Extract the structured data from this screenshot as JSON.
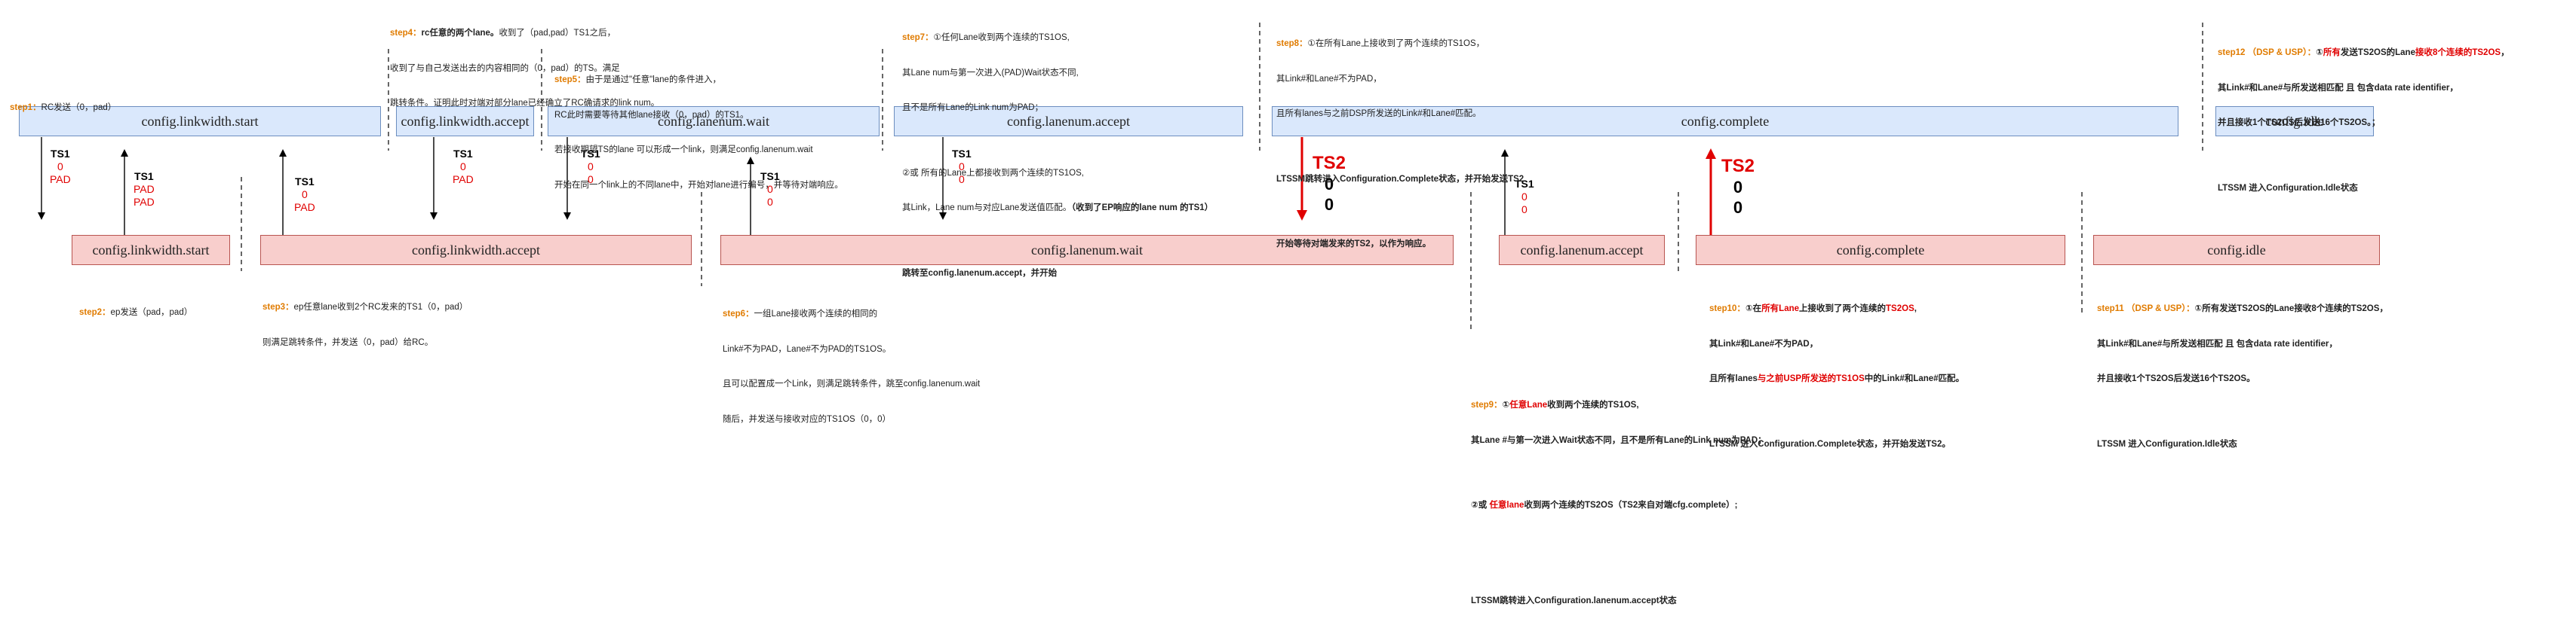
{
  "boxes": {
    "b1": "config.linkwidth.start",
    "b2": "config.linkwidth.accept",
    "b3": "config.lanenum.wait",
    "b4": "config.lanenum.accept",
    "b5": "config.complete",
    "b6": "config.idle",
    "b7": "config.linkwidth.start",
    "b8": "config.linkwidth.accept",
    "b9": "config.lanenum.wait",
    "b10": "config.lanenum.accept",
    "b11": "config.complete",
    "b12": "config.idle"
  },
  "ts": {
    "t1": {
      "h": "TS1",
      "a": "0",
      "b": "PAD"
    },
    "t2": {
      "h": "TS1",
      "a": "PAD",
      "b": "PAD"
    },
    "t3": {
      "h": "TS1",
      "a": "0",
      "b": "PAD"
    },
    "t4": {
      "h": "TS1",
      "a": "0",
      "b": "PAD"
    },
    "t5": {
      "h": "TS1",
      "a": "0",
      "b": "0"
    },
    "t6": {
      "h": "TS1",
      "a": "0",
      "b": "0"
    },
    "t7": {
      "h": "TS1",
      "a": "0",
      "b": "0"
    },
    "t8": {
      "h": "TS1",
      "a": "0",
      "b": "0"
    },
    "t9": {
      "h": "TS2",
      "a": "0",
      "b": "0"
    },
    "t10": {
      "h": "TS2",
      "a": "0",
      "b": "0"
    }
  },
  "notes": {
    "step1": {
      "label": "step1：",
      "text": "RC发送（0，pad）"
    },
    "step2": {
      "label": "step2：",
      "text": "ep发送（pad，pad）"
    },
    "step3": {
      "label": "step3：",
      "l1": "ep任意lane收到2个RC发来的TS1（0，pad）",
      "l2": "则满足跳转条件，并发送（0，pad）给RC。"
    },
    "step4": {
      "label": "step4：",
      "l1b": "rc任意的两个lane。",
      "l1": "收到了（pad,pad）TS1之后，",
      "l2": "收到了与自己发送出去的内容相同的（0，pad）的TS。满足",
      "l3": "跳转条件。证明此时对端对部分lane已经确立了RC确请求的link num。"
    },
    "step5": {
      "label": "step5：",
      "l1": "由于是通过\"任意\"lane的条件进入，",
      "l2": "RC此时需要等待其他lane接收（0，pad）的TS1。",
      "l3": "若接收期望TS的lane 可以形成一个link，则满足config.lanenum.wait",
      "l4": "开始在同一个link上的不同lane中，开始对lane进行编号，并等待对端响应。"
    },
    "step6": {
      "label": "step6：",
      "l1": "一组Lane接收两个连续的相同的",
      "l2": "Link#不为PAD，Lane#不为PAD的TS1OS。",
      "l3": "且可以配置成一个Link，则满足跳转条件，跳至config.lanenum.wait",
      "l4": "随后，并发送与接收对应的TS1OS（0，0）"
    },
    "step7": {
      "label": "step7：",
      "l1": "①任何Lane收到两个连续的TS1OS,",
      "l2": "其Lane num与第一次进入(PAD)Wait状态不同,",
      "l3": "且不是所有Lane的Link num为PAD；",
      "l4": "②或 所有的Lane上都接收到两个连续的TS1OS,",
      "l5": "其Link，Lane num与对应Lane发送值匹配。",
      "l5b": "（收到了EP响应的lane num 的TS1）",
      "l6": "跳转至config.lanenum.accept，并开始"
    },
    "step8": {
      "label": "step8：",
      "l1": "①在所有Lane上接收到了两个连续的TS1OS，",
      "l2": "其Link#和Lane#不为PAD，",
      "l3": "且所有lanes与之前DSP所发送的Link#和Lane#匹配。",
      "l4": "LTSSM跳转进入Configuration.Complete状态，并开始发送TS2",
      "l5": "开始等待对端发来的TS2，以作为响应。"
    },
    "step9": {
      "label": "step9：",
      "l1a": "①",
      "l1h": "任意Lane",
      "l1b": "收到两个连续的TS1OS,",
      "l2": "其Lane #与第一次进入Wait状态不同，且不是所有Lane的Link num为PAD；",
      "l3a": "②或 ",
      "l3h": "任意lane",
      "l3b": "收到两个连续的TS2OS（TS2来自对端cfg.complete）;",
      "l4": "LTSSM跳转进入Configuration.lanenum.accept状态"
    },
    "step10": {
      "label": "step10：",
      "l1a": "①在",
      "l1h": "所有Lane",
      "l1b": "上接收到了两个连续的",
      "l1h2": "TS2OS",
      "l1c": ",",
      "l2": "其Link#和Lane#不为PAD，",
      "l3a": "且所有lanes",
      "l3h": "与之前USP所发送的TS1OS",
      "l3b": "中的Link#和Lane#匹配。",
      "l4": "LTSSM 进入Configuration.Complete状态，并开始发送TS2。"
    },
    "step11": {
      "label": "step11 （DSP & USP）：",
      "l1": "①所有发送TS2OS的Lane接收8个连续的TS2OS，",
      "l2": "其Link#和Lane#与所发送相匹配 且 包含data rate identifier，",
      "l3": "并且接收1个TS2OS后发送16个TS2OS。",
      "l4": "LTSSM 进入Configuration.Idle状态"
    },
    "step12": {
      "label": "step12 （DSP & USP）：",
      "l1a": "①",
      "l1h": "所有",
      "l1b": "发送TS2OS的Lane",
      "l1h2": "接收8个连续的TS2OS",
      "l1c": "，",
      "l2": "其Link#和Lane#与所发送相匹配 且 包含data rate identifier，",
      "l3": "并且接收1个TS2OS后发送16个TS2OS。；",
      "l4": "LTSSM 进入Configuration.Idle状态"
    }
  }
}
